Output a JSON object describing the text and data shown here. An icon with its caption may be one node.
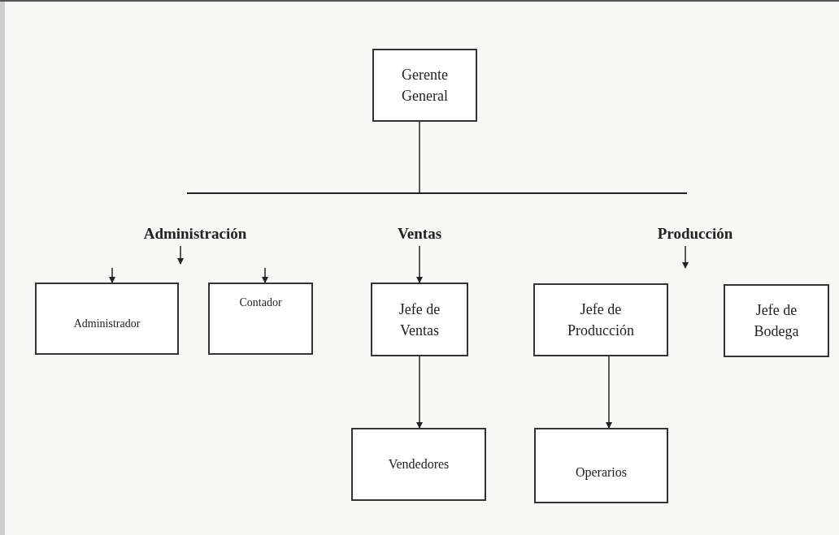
{
  "diagram": {
    "nodes": [
      {
        "text": [
          "Gerente General"
        ]
      },
      {
        "text": [],
        "shape": "bar"
      },
      {
        "text": [
          "Administración"
        ]
      },
      {
        "text": [
          "Ventas"
        ]
      },
      {
        "text": [
          "Producción"
        ]
      },
      {
        "text": [
          "Administrador"
        ]
      },
      {
        "text": [
          "Contador"
        ]
      },
      {
        "text": [
          "Jefe de Ventas"
        ]
      },
      {
        "text": [
          "Jefe de Producción"
        ]
      },
      {
        "text": [
          "Jefe de Bodega"
        ]
      },
      {
        "text": [
          "Vendedores"
        ]
      },
      {
        "text": [
          "Operarios"
        ]
      }
    ],
    "edges": [
      {
        "from": 0,
        "to": 1,
        "arrow": "none"
      },
      {
        "from": null,
        "to": 5,
        "arrow": "to"
      },
      {
        "from": 2,
        "to": null,
        "arrow": "to"
      },
      {
        "from": null,
        "to": 6,
        "arrow": "to"
      },
      {
        "from": 3,
        "to": 7,
        "arrow": "to"
      },
      {
        "from": 4,
        "to": null,
        "arrow": "to"
      },
      {
        "from": 7,
        "to": 10,
        "arrow": "to"
      },
      {
        "from": 8,
        "to": 11,
        "arrow": "to"
      }
    ]
  }
}
